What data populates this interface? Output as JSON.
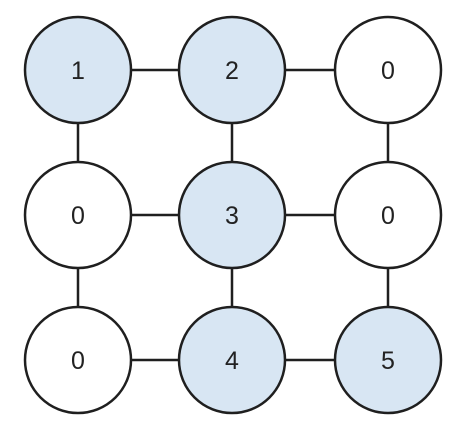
{
  "colors": {
    "highlight_fill": "#d8e6f3",
    "default_fill": "#ffffff",
    "stroke": "#1f1f1f",
    "text": "#222222"
  },
  "grid": {
    "rows": 3,
    "cols": 3,
    "nodes": [
      {
        "row": 0,
        "col": 0,
        "label": "1",
        "highlighted": true
      },
      {
        "row": 0,
        "col": 1,
        "label": "2",
        "highlighted": true
      },
      {
        "row": 0,
        "col": 2,
        "label": "0",
        "highlighted": false
      },
      {
        "row": 1,
        "col": 0,
        "label": "0",
        "highlighted": false
      },
      {
        "row": 1,
        "col": 1,
        "label": "3",
        "highlighted": true
      },
      {
        "row": 1,
        "col": 2,
        "label": "0",
        "highlighted": false
      },
      {
        "row": 2,
        "col": 0,
        "label": "0",
        "highlighted": false
      },
      {
        "row": 2,
        "col": 1,
        "label": "4",
        "highlighted": true
      },
      {
        "row": 2,
        "col": 2,
        "label": "5",
        "highlighted": true
      }
    ]
  }
}
